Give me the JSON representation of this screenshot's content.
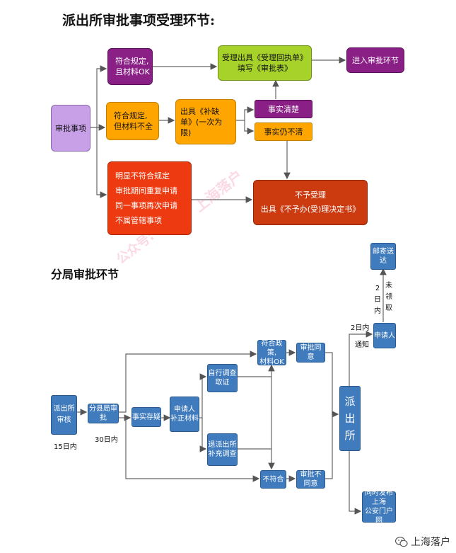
{
  "section1": {
    "title": "派出所审批事项受理环节:",
    "start": "审批事项",
    "ok_box": [
      "符合规定,",
      "且材料OK"
    ],
    "partial_box": [
      "符合规定,",
      "但材料不全"
    ],
    "reject_box": [
      "明显不符合规定",
      "审批期间重复申请",
      "同一事项再次申请",
      "不属管辖事项"
    ],
    "supplement_box": [
      "出具《补缺",
      "单》(一次为",
      "限)"
    ],
    "issue_box": [
      "受理出具《受理回执单》",
      "填写《审批表》"
    ],
    "next_box": "进入审批环节",
    "clear_box": "事实清楚",
    "unclear_box": "事实仍不清",
    "refuse_box": [
      "不予受理",
      "出具《不予办(受)理决定书》"
    ]
  },
  "section2": {
    "title": "分局审批环节",
    "station_review": [
      "派出所",
      "审核"
    ],
    "label_15": "15日内",
    "bureau_review": "分县局审批",
    "label_30": "30日内",
    "fact_doubt": "事实存疑",
    "applicant_supplement": [
      "申请人",
      "补正材料"
    ],
    "self_investigate": [
      "自行调查",
      "取证"
    ],
    "return_station": [
      "退派出所",
      "补充调查"
    ],
    "compliant": [
      "符合政策,",
      "材料OK"
    ],
    "approve": "审批同意",
    "noncompliant": "不符合",
    "disapprove": "审批不同意",
    "station": [
      "派",
      "出",
      "所"
    ],
    "applicant": "申请人",
    "label_2day_a": "2日内",
    "label_notify": "通知",
    "mail": "邮寄送达",
    "label_2": "2",
    "label_day": "日",
    "label_within": "内",
    "label_not": "未",
    "label_claim": "领",
    "label_take": "取",
    "publish": [
      "同时发布上海",
      "公安门户网"
    ]
  },
  "footer": {
    "brand": "上海落户"
  },
  "watermark": {
    "text1": "上海落户",
    "text2": "公众号:"
  }
}
